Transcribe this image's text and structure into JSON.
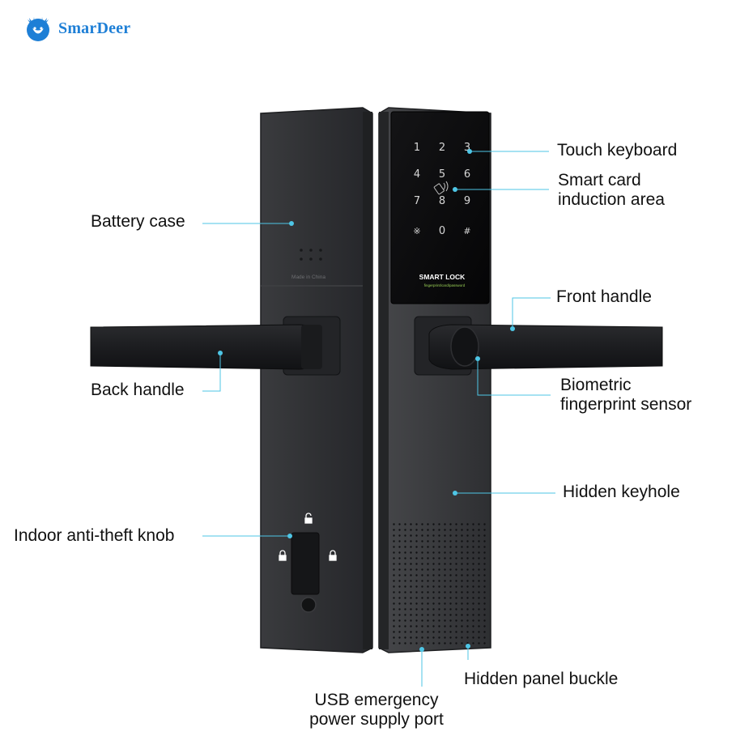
{
  "brand": {
    "name": "SmarDeer",
    "logo_icon": "deer-head-icon",
    "color": "#1e7fd6"
  },
  "product": {
    "keypad_keys": [
      "1",
      "2",
      "3",
      "4",
      "5",
      "6",
      "7",
      "8",
      "9",
      "※",
      "0",
      "#"
    ],
    "panel_title": "SMART LOCK",
    "panel_subtitle": "fingerprint/card/password",
    "back_text": "Made in China"
  },
  "labels": {
    "battery_case": "Battery case",
    "touch_keyboard": "Touch keyboard",
    "smart_card_line1": "Smart card",
    "smart_card_line2": "induction area",
    "front_handle": "Front handle",
    "back_handle": "Back handle",
    "biometric_line1": "Biometric",
    "biometric_line2": "fingerprint sensor",
    "hidden_keyhole": "Hidden keyhole",
    "indoor_knob": "Indoor anti-theft knob",
    "hidden_buckle": "Hidden panel buckle",
    "usb_line1": "USB emergency",
    "usb_line2": "power supply port"
  },
  "colors": {
    "callout": "#4ec6e6",
    "body_dark": "#2e2f31",
    "panel_black": "#0c0c0d"
  }
}
